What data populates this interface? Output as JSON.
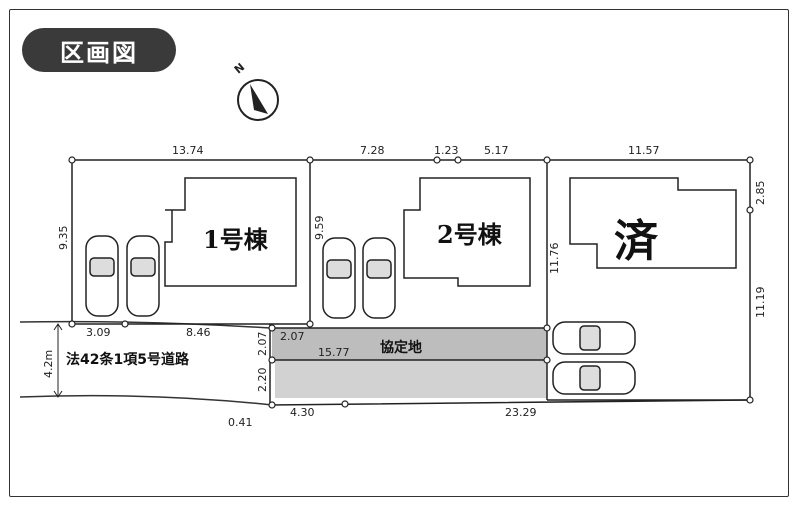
{
  "title": "区画図",
  "compass": {
    "label": "N"
  },
  "lots": {
    "lot1": {
      "name": "1号棟"
    },
    "lot2": {
      "name": "2号棟"
    },
    "lot3": {
      "name": "済"
    }
  },
  "road": {
    "label": "法42条1項5号道路",
    "width": "4.2m"
  },
  "agreement_land": {
    "label": "協定地",
    "length": "15.77"
  },
  "dimensions": {
    "top1": "13.74",
    "top2": "7.28",
    "top3": "1.23",
    "top4": "5.17",
    "top5": "11.57",
    "left1": "9.35",
    "left2": "9.59",
    "right_top": "2.85",
    "right_mid": "11.19",
    "mid3": "11.76",
    "front1": "3.09",
    "front2": "8.46",
    "front3": "2.07",
    "v1": "2.07",
    "v2": "2.20",
    "bottom1": "4.30",
    "bottom2": "23.29",
    "corner": "0.41"
  }
}
